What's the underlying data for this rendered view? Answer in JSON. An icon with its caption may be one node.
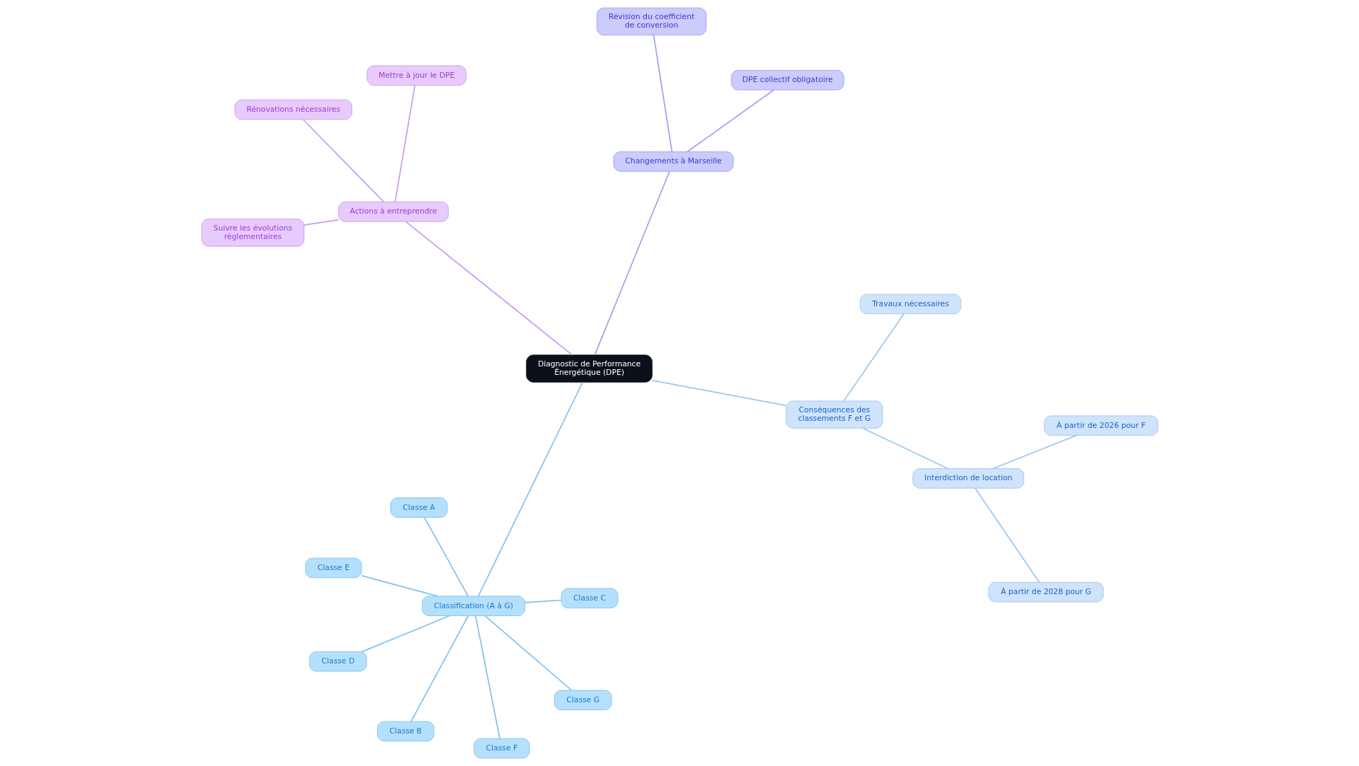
{
  "diagram": {
    "nodes": [
      {
        "text": [
          "Diagnostic de Performance Énergétique (DPE)"
        ]
      },
      {
        "text": [
          "Changements à Marseille"
        ]
      },
      {
        "text": [
          "DPE collectif obligatoire"
        ]
      },
      {
        "text": [
          "Révision du coefficient de conversion"
        ]
      },
      {
        "text": [
          "Classification (A à G)"
        ]
      },
      {
        "text": [
          "Classe A"
        ]
      },
      {
        "text": [
          "Classe D"
        ]
      },
      {
        "text": [
          "Classe C"
        ]
      },
      {
        "text": [
          "Classe B"
        ]
      },
      {
        "text": [
          "Classe G"
        ]
      },
      {
        "text": [
          "Classe F"
        ]
      },
      {
        "text": [
          "Classe E"
        ]
      },
      {
        "text": [
          "Conséquences des classements F et G"
        ]
      },
      {
        "text": [
          "Travaux nécessaires"
        ]
      },
      {
        "text": [
          "Interdiction de location"
        ]
      },
      {
        "text": [
          "À partir de 2028 pour G"
        ]
      },
      {
        "text": [
          "À partir de 2026 pour F"
        ]
      },
      {
        "text": [
          "Actions à entreprendre"
        ]
      },
      {
        "text": [
          "Suivre les évolutions réglementaires"
        ]
      },
      {
        "text": [
          "Rénovations nécessaires"
        ]
      },
      {
        "text": [
          "Mettre à jour le DPE"
        ]
      }
    ],
    "edges": [
      {
        "from": 0,
        "to": 1,
        "arrow": "none",
        "color": "#a0a0f0"
      },
      {
        "from": 1,
        "to": 2,
        "arrow": "none",
        "color": "#a0a0f0"
      },
      {
        "from": 1,
        "to": 3,
        "arrow": "none",
        "color": "#a0a0f0"
      },
      {
        "from": 0,
        "to": 4,
        "arrow": "none"
      },
      {
        "from": 4,
        "to": 5,
        "arrow": "none"
      },
      {
        "from": 4,
        "to": 6,
        "arrow": "none"
      },
      {
        "from": 4,
        "to": 7,
        "arrow": "none"
      },
      {
        "from": 4,
        "to": 8,
        "arrow": "none"
      },
      {
        "from": 4,
        "to": 9,
        "arrow": "none"
      },
      {
        "from": 4,
        "to": 10,
        "arrow": "none"
      },
      {
        "from": 4,
        "to": 11,
        "arrow": "none"
      },
      {
        "from": 0,
        "to": 12,
        "arrow": "none",
        "color": "#9cc5f0"
      },
      {
        "from": 12,
        "to": 13,
        "arrow": "none",
        "color": "#9cc5f0"
      },
      {
        "from": 12,
        "to": 14,
        "arrow": "none",
        "color": "#9cc5f0"
      },
      {
        "from": 14,
        "to": 15,
        "arrow": "none",
        "color": "#9cc5f0"
      },
      {
        "from": 14,
        "to": 16,
        "arrow": "none",
        "color": "#9cc5f0"
      },
      {
        "from": 0,
        "to": 17,
        "arrow": "none",
        "color": "#c89af0"
      },
      {
        "from": 17,
        "to": 18,
        "arrow": "none",
        "color": "#c89af0"
      },
      {
        "from": 17,
        "to": 19,
        "arrow": "none",
        "color": "#c89af0"
      },
      {
        "from": 17,
        "to": 20,
        "arrow": "none",
        "color": "#c89af0"
      }
    ]
  }
}
